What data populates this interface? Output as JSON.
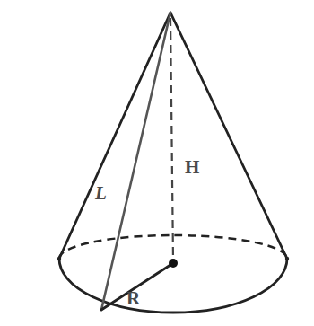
{
  "diagram": {
    "labels": [
      "L",
      "H",
      "R"
    ]
  }
}
